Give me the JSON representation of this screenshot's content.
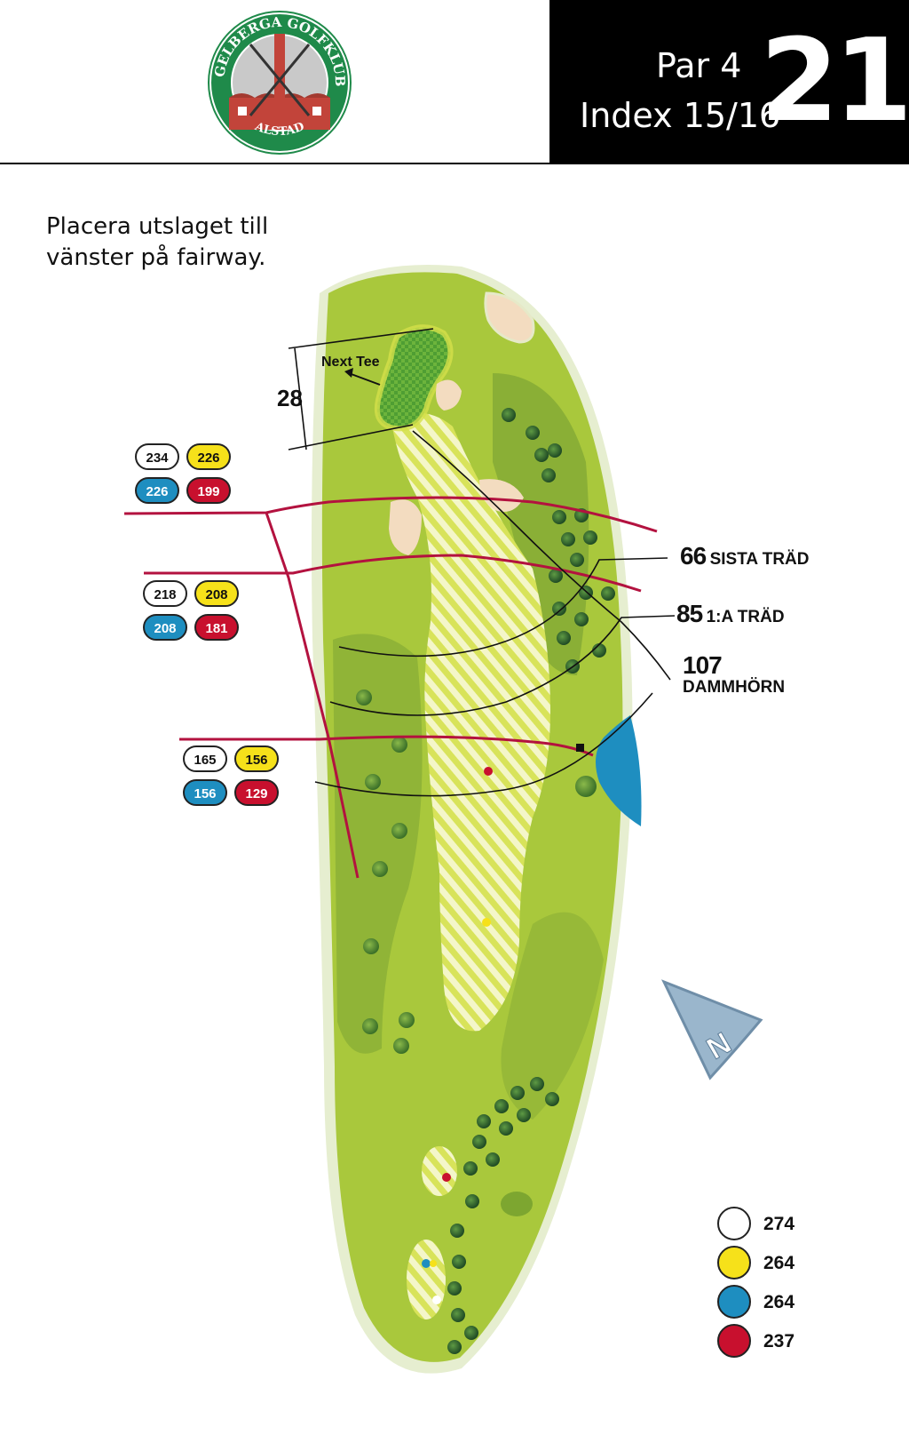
{
  "header": {
    "logo_text_top": "TEGELBERGA GOLFKLUBB",
    "logo_text_bottom": "ALSTAD",
    "par_label": "Par 4",
    "index_label": "Index 15/16",
    "hole_number": "21"
  },
  "instruction": {
    "line1": "Placera utslaget till",
    "line2": "vänster på fairway."
  },
  "green": {
    "depth": "28",
    "next_tee_label": "Next Tee"
  },
  "distance_groups": [
    {
      "white": "234",
      "yellow": "226",
      "blue": "226",
      "red": "199"
    },
    {
      "white": "218",
      "yellow": "208",
      "blue": "208",
      "red": "181"
    },
    {
      "white": "165",
      "yellow": "156",
      "blue": "156",
      "red": "129"
    }
  ],
  "markers": [
    {
      "num": "66",
      "label": "SISTA TRÄD"
    },
    {
      "num": "85",
      "label": "1:A TRÄD"
    },
    {
      "num": "107",
      "label": "DAMMHÖRN"
    }
  ],
  "compass_letter": "N",
  "legend": [
    {
      "color": "#ffffff",
      "value": "274"
    },
    {
      "color": "#f6e11a",
      "value": "264"
    },
    {
      "color": "#1e8ec0",
      "value": "264"
    },
    {
      "color": "#c8102e",
      "value": "237"
    }
  ],
  "colors": {
    "rough": "#a7c93a",
    "fairway": "#d3e04f",
    "green": "#3f8f2e",
    "water": "#1e8ec0",
    "bunker": "#f3dcc0",
    "yardage_line": "#b3123f",
    "header_box": "#000000"
  }
}
